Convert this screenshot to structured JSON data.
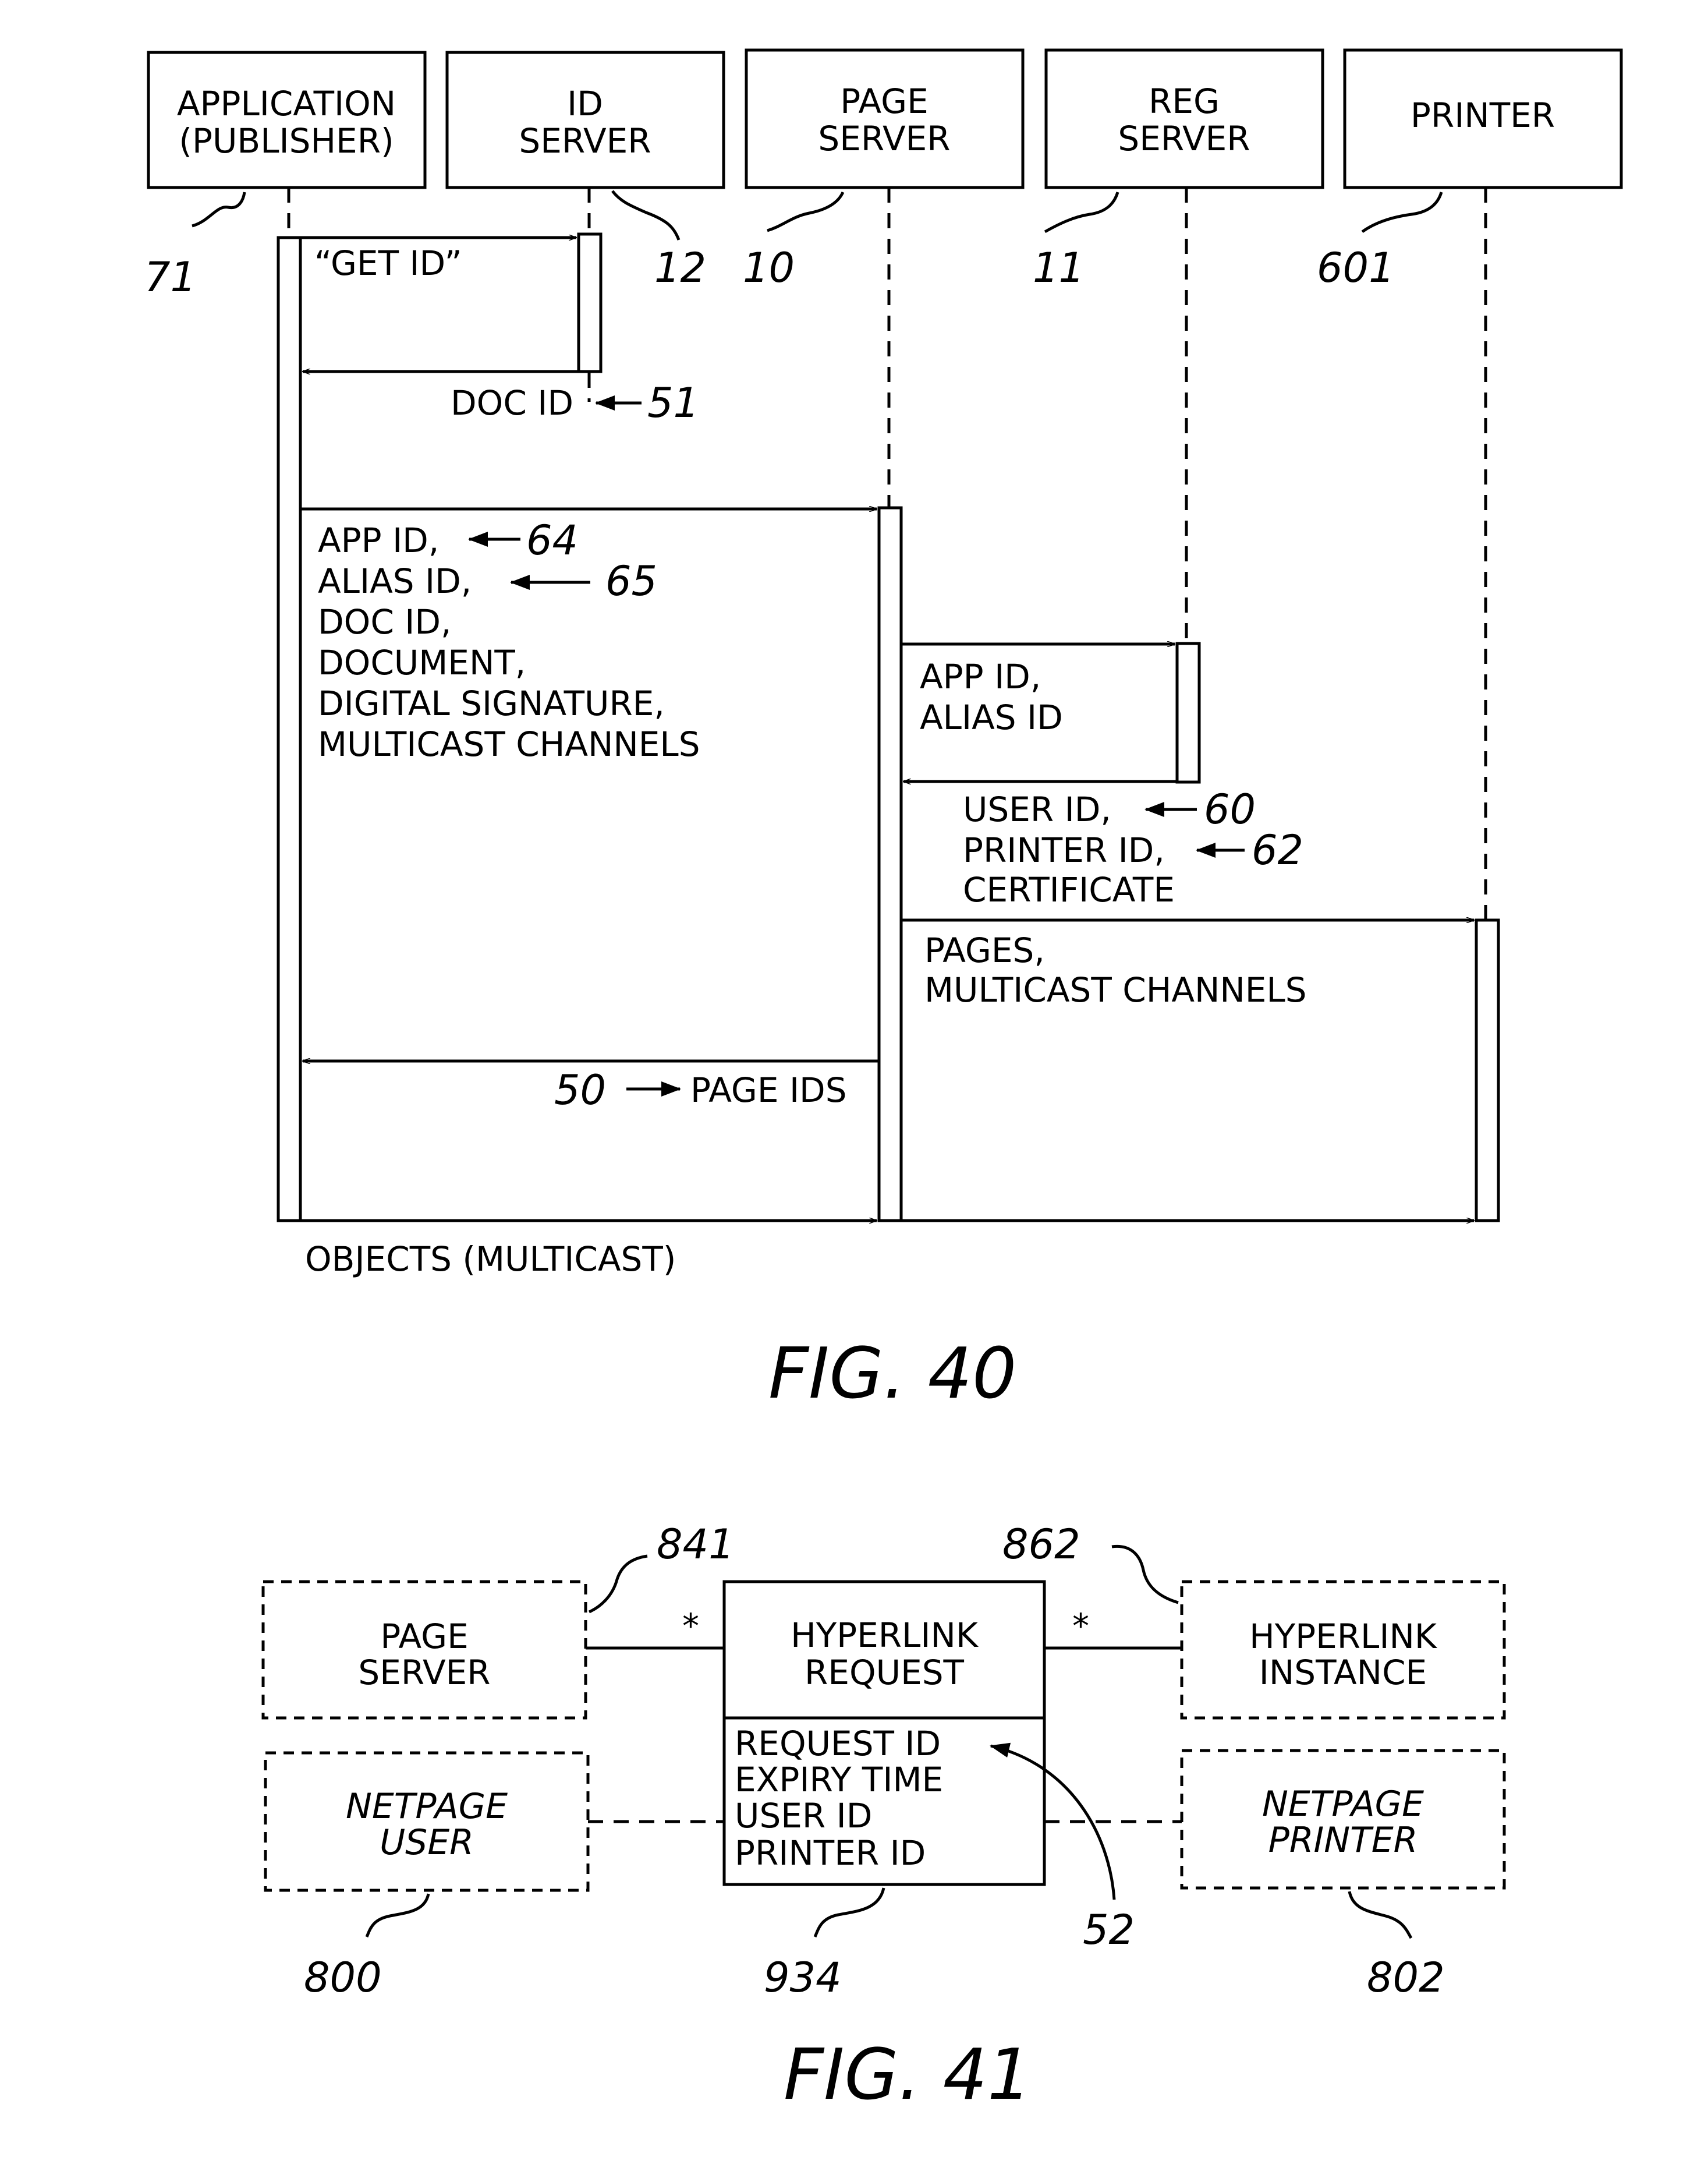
{
  "fig40": {
    "caption": "FIG. 40",
    "participants": [
      {
        "line1": "APPLICATION",
        "line2": "(PUBLISHER)",
        "ref": "71"
      },
      {
        "line1": "ID",
        "line2": "SERVER",
        "ref": "12"
      },
      {
        "line1": "PAGE",
        "line2": "SERVER",
        "ref": "10"
      },
      {
        "line1": "REG",
        "line2": "SERVER",
        "ref": "11"
      },
      {
        "line1": "PRINTER",
        "line2": "",
        "ref": "601"
      }
    ],
    "messages": {
      "get_id": "“GET ID”",
      "doc_id": "DOC ID",
      "doc_id_ref": "51",
      "to_page_server": [
        "APP ID,",
        "ALIAS ID,",
        "DOC ID,",
        "DOCUMENT,",
        "DIGITAL SIGNATURE,",
        "MULTICAST CHANNELS"
      ],
      "app_id_ref": "64",
      "alias_id_ref": "65",
      "to_reg_server": [
        "APP ID,",
        "ALIAS ID"
      ],
      "from_reg_server": [
        "USER ID,",
        "PRINTER ID,",
        "CERTIFICATE"
      ],
      "user_id_ref": "60",
      "printer_id_ref": "62",
      "to_printer": [
        "PAGES,",
        "MULTICAST CHANNELS"
      ],
      "page_ids": "PAGE IDS",
      "page_ids_ref": "50",
      "objects": "OBJECTS (MULTICAST)"
    }
  },
  "fig41": {
    "caption": "FIG. 41",
    "page_server": {
      "line1": "PAGE",
      "line2": "SERVER"
    },
    "netpage_user": {
      "line1": "NETPAGE",
      "line2": "USER",
      "ref": "800"
    },
    "hyperlink_request": {
      "line1": "HYPERLINK",
      "line2": "REQUEST",
      "attributes": [
        "REQUEST ID",
        "EXPIRY TIME",
        "USER ID",
        "PRINTER ID"
      ],
      "ref": "934"
    },
    "hyperlink_instance": {
      "line1": "HYPERLINK",
      "line2": "INSTANCE"
    },
    "netpage_printer": {
      "line1": "NETPAGE",
      "line2": "PRINTER",
      "ref": "802"
    },
    "multiplicity_left": "*",
    "multiplicity_right": "*",
    "ref_left_link": "841",
    "ref_right_link": "862",
    "ref_request_id": "52"
  }
}
